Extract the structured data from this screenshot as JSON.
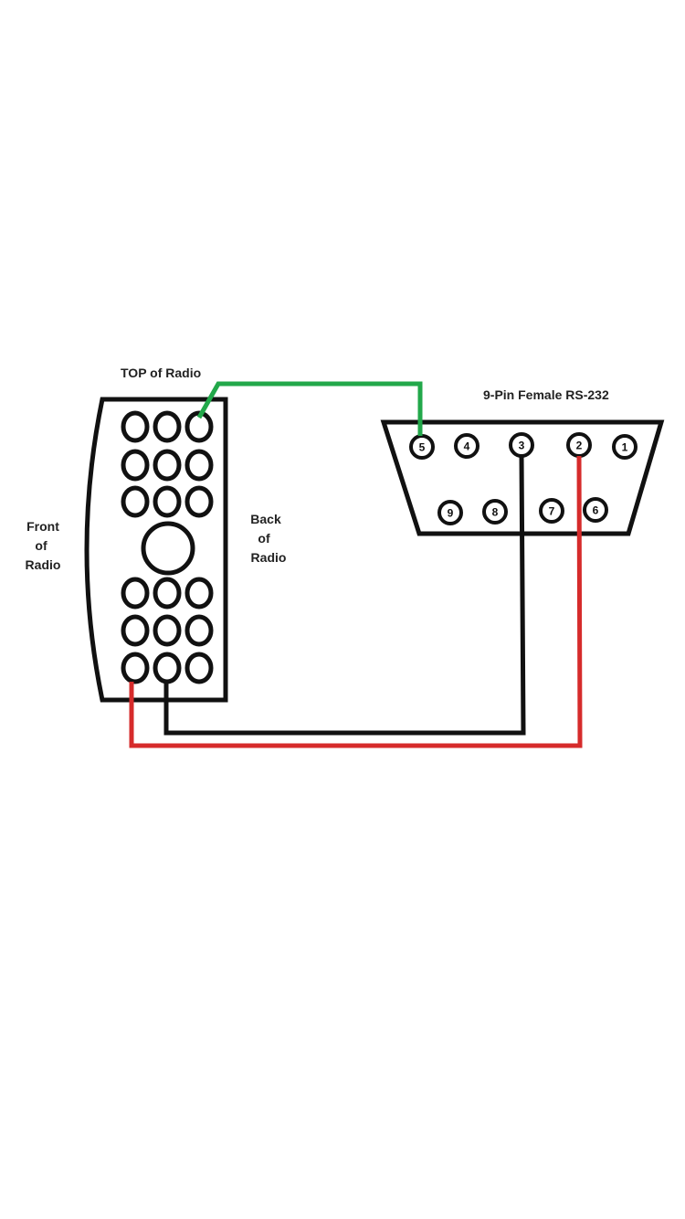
{
  "labels": {
    "top_of_radio": "TOP of Radio",
    "rs232_title": "9-Pin Female RS-232",
    "front_line1": "Front",
    "front_line2": "of",
    "front_line3": "Radio",
    "back_line1": "Back",
    "back_line2": "of",
    "back_line3": "Radio"
  },
  "db9_pins": {
    "p1": "1",
    "p2": "2",
    "p3": "3",
    "p4": "4",
    "p5": "5",
    "p6": "6",
    "p7": "7",
    "p8": "8",
    "p9": "9"
  },
  "colors": {
    "outline": "#111111",
    "wire_green": "#22a84a",
    "wire_black": "#111111",
    "wire_red": "#d62b2b"
  }
}
